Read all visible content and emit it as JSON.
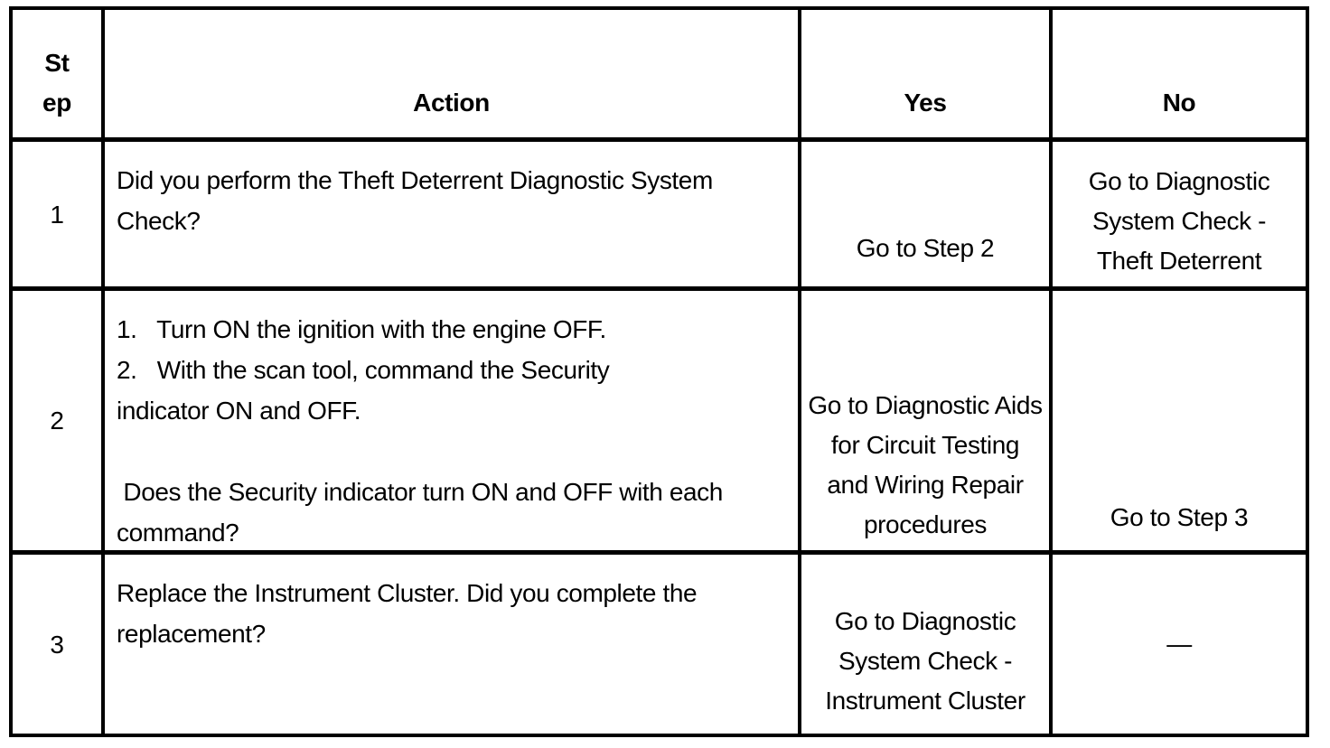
{
  "table": {
    "colors": {
      "border": "#000000",
      "text": "#000000",
      "background": "#ffffff"
    },
    "headers": {
      "step_lines": [
        "St",
        "ep"
      ],
      "action": "Action",
      "yes": "Yes",
      "no": "No"
    },
    "rows": [
      {
        "step": "1",
        "action_lines": [
          "Did you perform the Theft Deterrent Diagnostic System",
          "Check?"
        ],
        "yes_lines": [
          "Go to Step 2"
        ],
        "no_lines": [
          "Go to Diagnostic",
          "System Check -",
          "Theft Deterrent"
        ]
      },
      {
        "step": "2",
        "action_lines": [
          "1.   Turn ON the ignition with the engine OFF.",
          "2.   With the scan tool, command the Security",
          "indicator ON and OFF.",
          "",
          " Does the Security indicator turn ON and OFF with each",
          "command?"
        ],
        "yes_lines": [
          "Go to Diagnostic Aids",
          "for Circuit Testing",
          "and Wiring Repair",
          "procedures"
        ],
        "no_lines": [
          "Go to Step 3"
        ]
      },
      {
        "step": "3",
        "action_lines": [
          "Replace the Instrument Cluster. Did you complete the",
          "replacement?"
        ],
        "yes_lines": [
          "Go to Diagnostic",
          "System Check -",
          "Instrument Cluster"
        ],
        "no_lines": [
          "—"
        ]
      }
    ]
  }
}
